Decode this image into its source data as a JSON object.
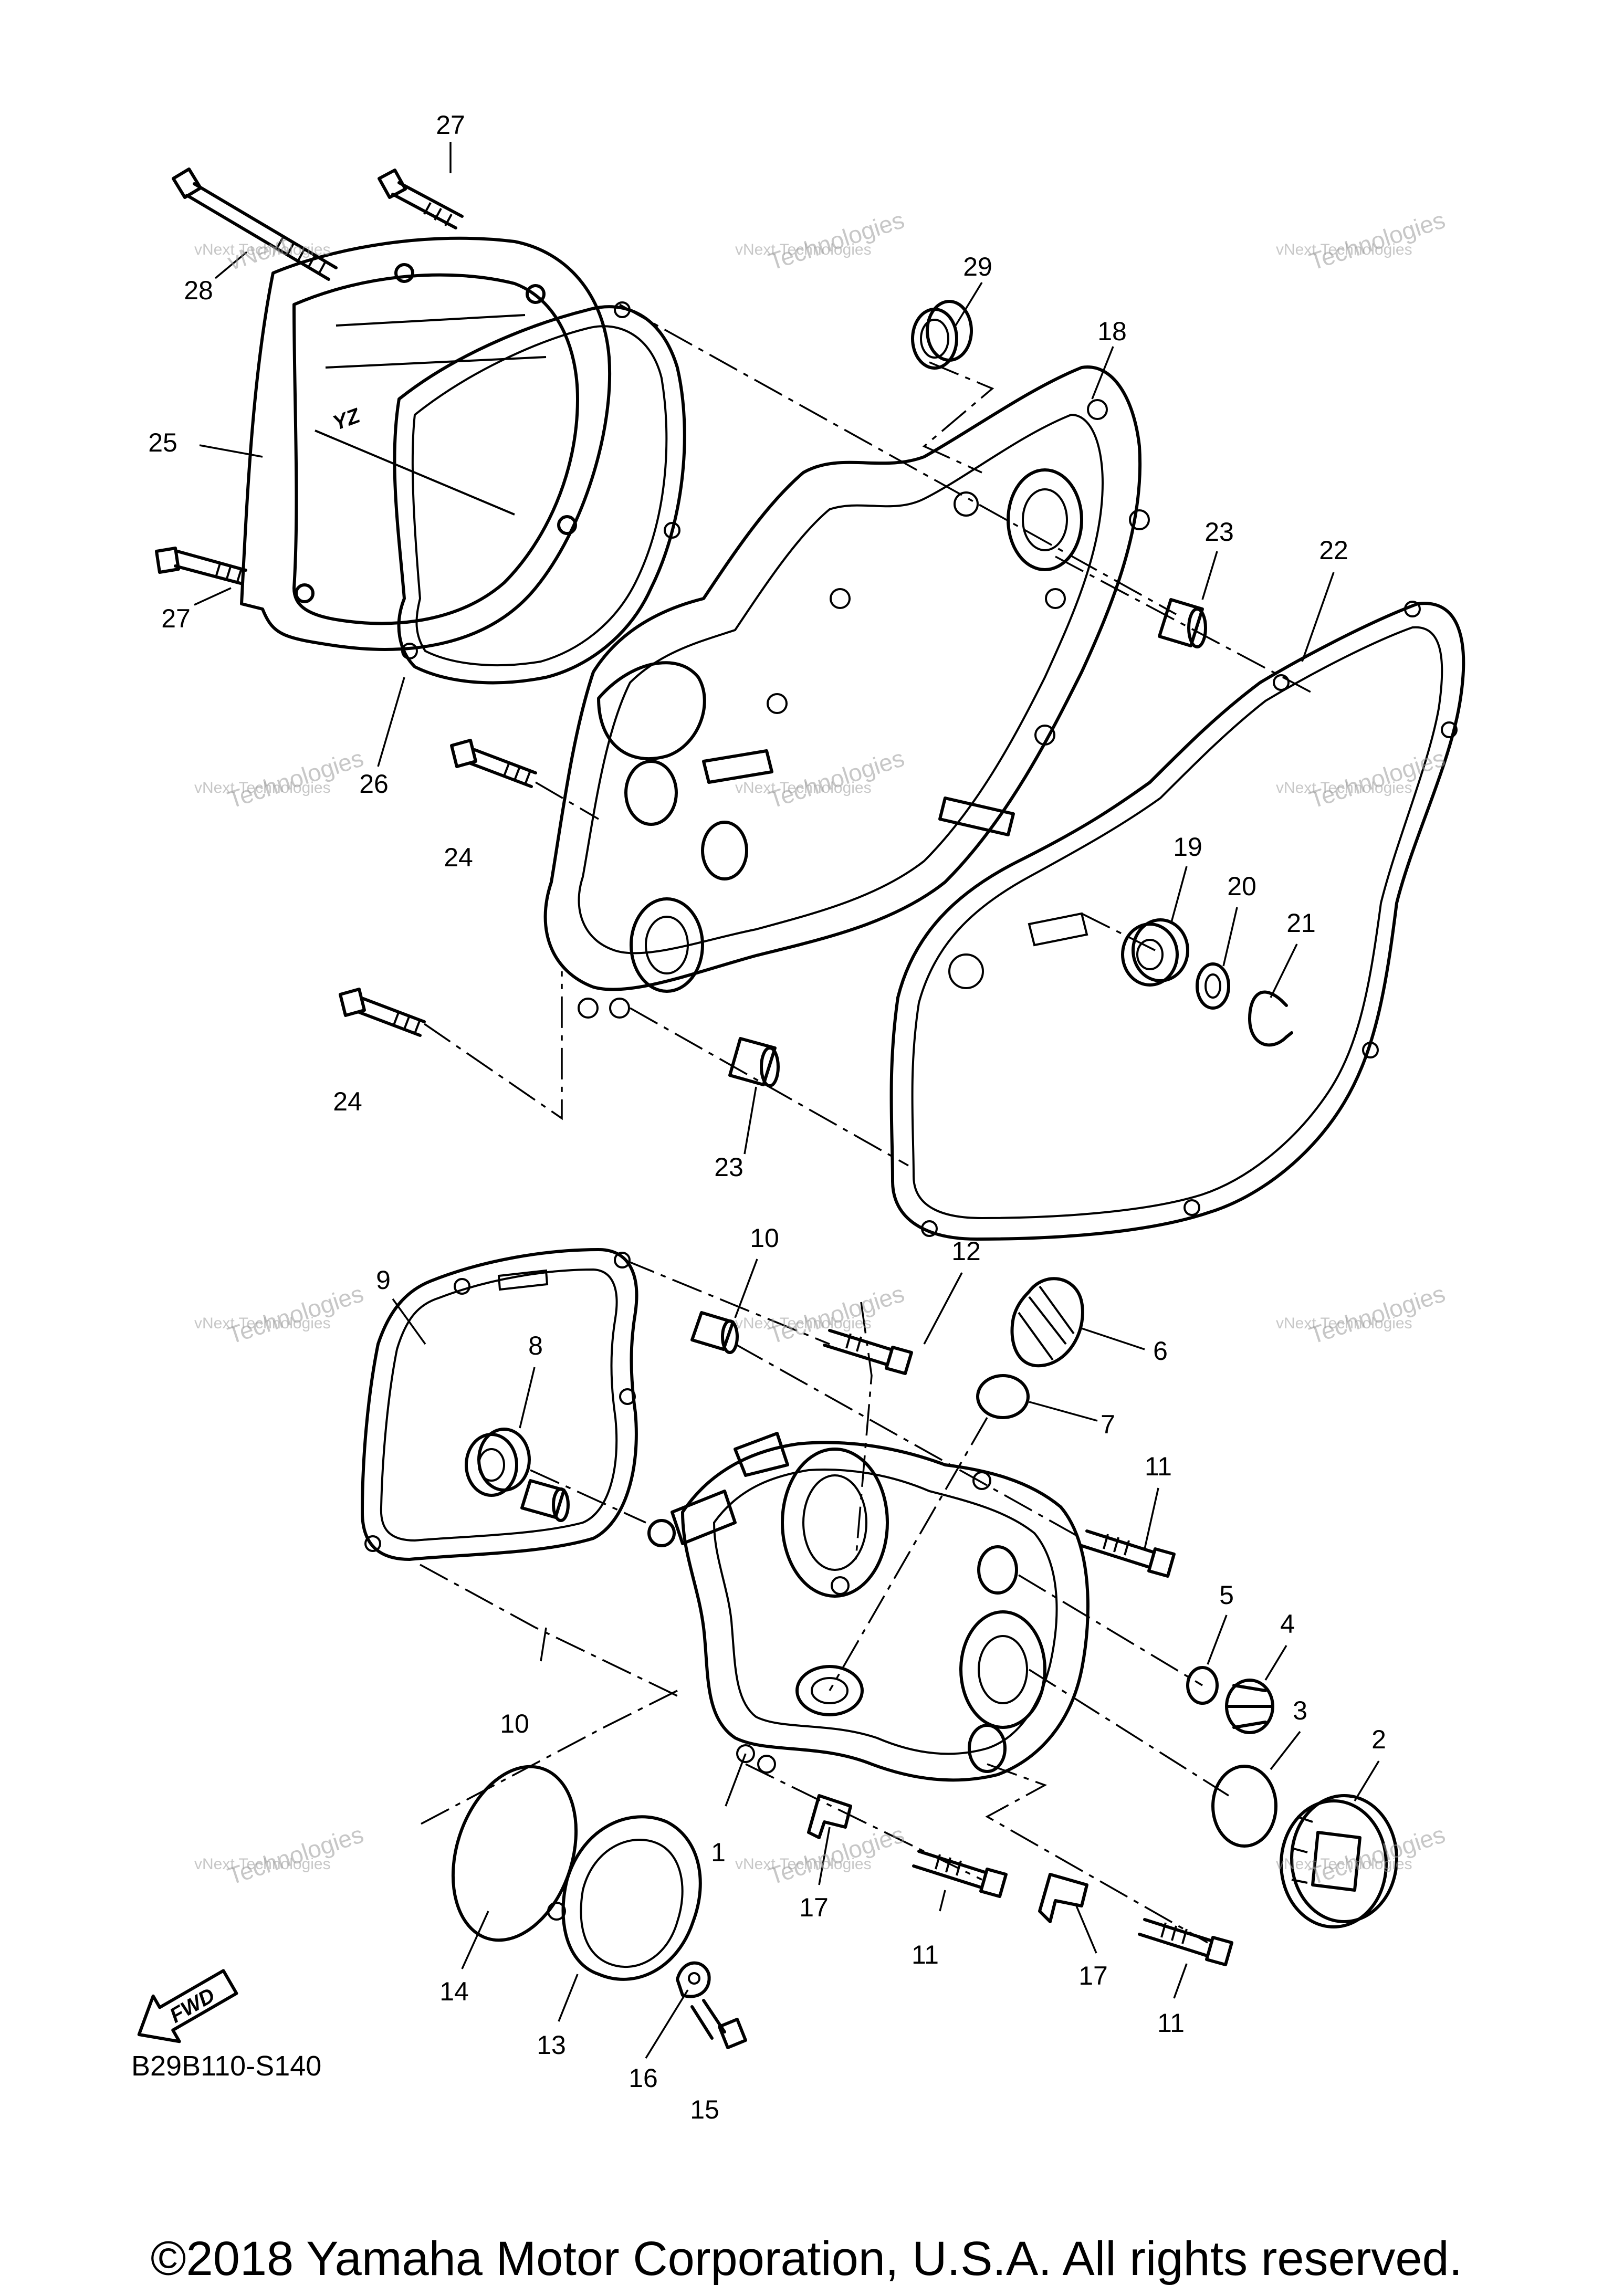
{
  "diagram_code": "B29B110-S140",
  "copyright": "©2018 Yamaha Motor Corporation, U.S.A. All rights reserved.",
  "fwd_label": "FWD",
  "watermark": {
    "line1": "vNext Technologies",
    "line2a": "vNext",
    "line2b": "Technologies"
  },
  "callouts": [
    {
      "id": "c27a",
      "num": "27"
    },
    {
      "id": "c28",
      "num": "28"
    },
    {
      "id": "c25",
      "num": "25"
    },
    {
      "id": "c27b",
      "num": "27"
    },
    {
      "id": "c26",
      "num": "26"
    },
    {
      "id": "c29",
      "num": "29"
    },
    {
      "id": "c18",
      "num": "18"
    },
    {
      "id": "c23a",
      "num": "23"
    },
    {
      "id": "c22",
      "num": "22"
    },
    {
      "id": "c24a",
      "num": "24"
    },
    {
      "id": "c19",
      "num": "19"
    },
    {
      "id": "c20",
      "num": "20"
    },
    {
      "id": "c21",
      "num": "21"
    },
    {
      "id": "c24b",
      "num": "24"
    },
    {
      "id": "c23b",
      "num": "23"
    },
    {
      "id": "c10a",
      "num": "10"
    },
    {
      "id": "c12",
      "num": "12"
    },
    {
      "id": "c9",
      "num": "9"
    },
    {
      "id": "c6",
      "num": "6"
    },
    {
      "id": "c8",
      "num": "8"
    },
    {
      "id": "c7",
      "num": "7"
    },
    {
      "id": "c11a",
      "num": "11"
    },
    {
      "id": "c5",
      "num": "5"
    },
    {
      "id": "c4",
      "num": "4"
    },
    {
      "id": "c3",
      "num": "3"
    },
    {
      "id": "c2",
      "num": "2"
    },
    {
      "id": "c10b",
      "num": "10"
    },
    {
      "id": "c1",
      "num": "1"
    },
    {
      "id": "c17a",
      "num": "17"
    },
    {
      "id": "c11b",
      "num": "11"
    },
    {
      "id": "c17b",
      "num": "17"
    },
    {
      "id": "c11c",
      "num": "11"
    },
    {
      "id": "c14",
      "num": "14"
    },
    {
      "id": "c13",
      "num": "13"
    },
    {
      "id": "c16",
      "num": "16"
    },
    {
      "id": "c15",
      "num": "15"
    }
  ]
}
